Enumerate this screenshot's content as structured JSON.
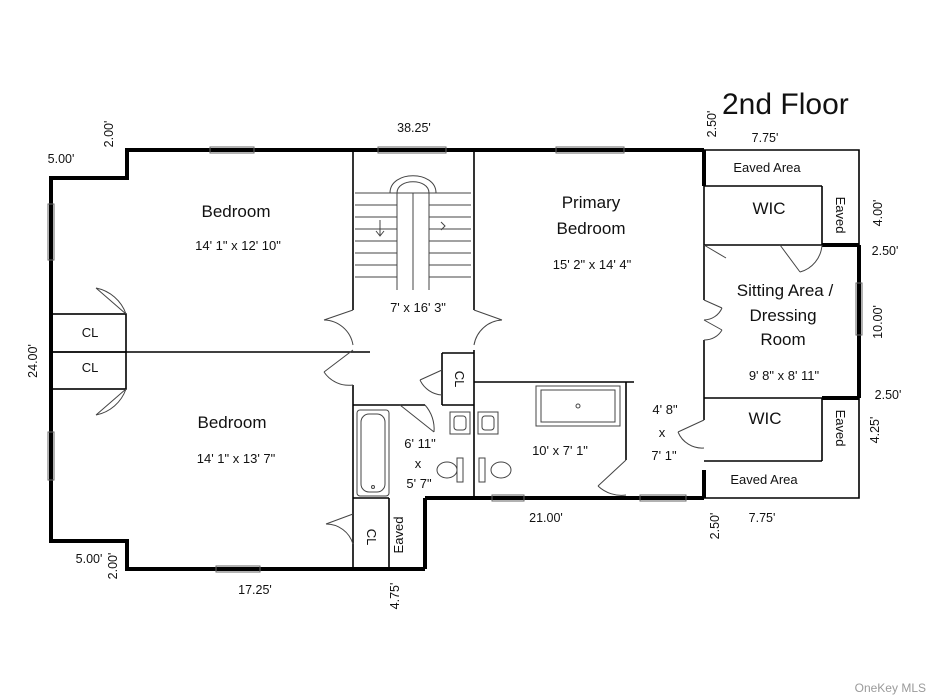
{
  "title": "2nd Floor",
  "rooms": {
    "bedroom_top": {
      "name": "Bedroom",
      "size": "14' 1\" x 12' 10\""
    },
    "bedroom_bottom": {
      "name": "Bedroom",
      "size": "14' 1\" x 13' 7\""
    },
    "stair": {
      "size": "7' x 16' 3\""
    },
    "primary": {
      "name_line1": "Primary",
      "name_line2": "Bedroom",
      "size": "15' 2\" x 14' 4\""
    },
    "sitting": {
      "line1": "Sitting Area /",
      "line2": "Dressing",
      "line3": "Room",
      "size": "9' 8\" x 8' 11\""
    },
    "wic_top": "WIC",
    "wic_bottom": "WIC",
    "eaved_top": "Eaved Area",
    "eaved_bottom": "Eaved Area",
    "eaved_right_top": "Eaved",
    "eaved_right_bottom": "Eaved",
    "eaved_small": "Eaved",
    "cl_top": "CL",
    "cl_bottom": "CL",
    "cl_hall": "CL",
    "cl_bath": "CL",
    "bath": {
      "w": "6' 11\"",
      "x": "x",
      "h": "5' 7\""
    },
    "primary_bath": {
      "size": "10' x 7' 1\""
    },
    "hall_bath": {
      "w": "4' 8\"",
      "x": "x",
      "h": "7' 1\""
    }
  },
  "measurements": {
    "top_total": "38.25'",
    "top_left_offset": "5.00'",
    "top_left_step": "2.00'",
    "left_side": "24.00'",
    "bottom_left_offset": "5.00'",
    "bottom_left_step": "2.00'",
    "bottom_left": "17.25'",
    "bottom_notch": "4.75'",
    "bottom_mid": "21.00'",
    "top_right_step": "2.50'",
    "top_right_width": "7.75'",
    "right_upper": "4.00'",
    "right_step_1": "2.50'",
    "right_mid": "10.00'",
    "right_step_2": "2.50'",
    "right_lower": "4.25'",
    "bottom_right_step": "2.50'",
    "bottom_right_width": "7.75'"
  },
  "watermark": "OneKey MLS"
}
